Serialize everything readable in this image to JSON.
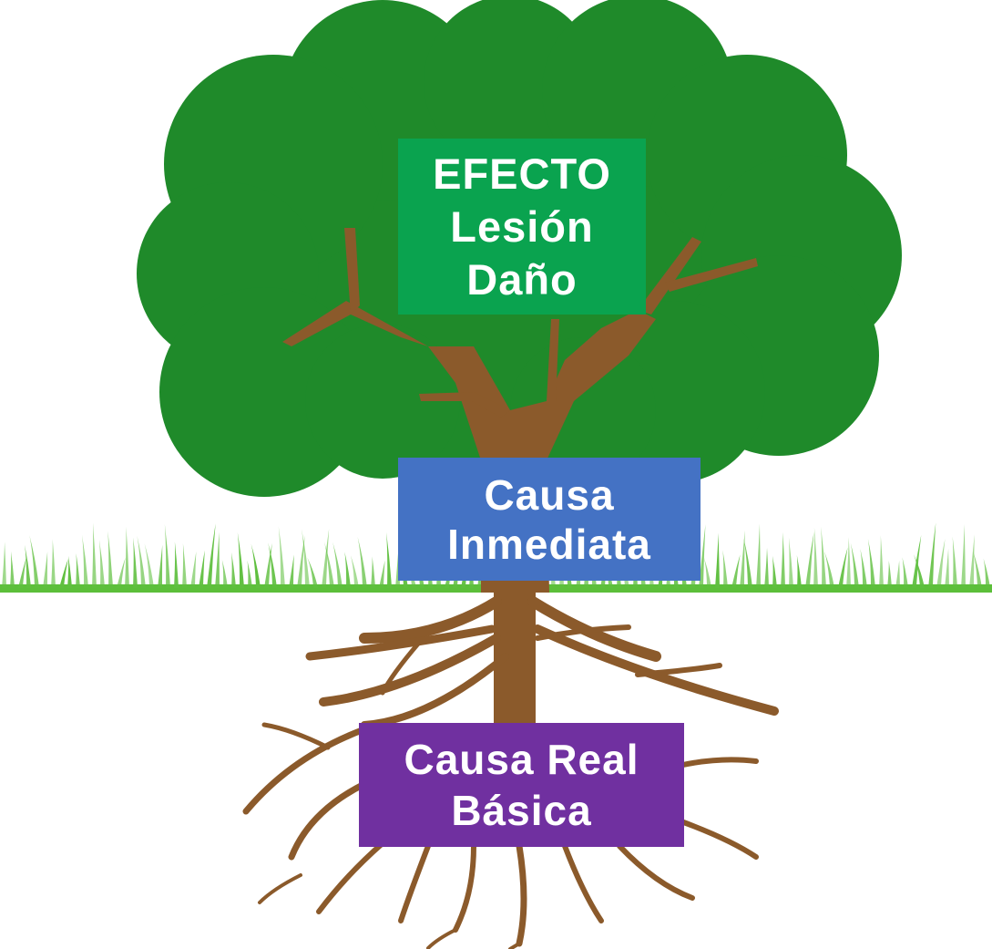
{
  "colors": {
    "canopy": "#1f8a2a",
    "trunk": "#8b5a2b",
    "grass": "#5fbf3f",
    "effect_box": "#0aa34f",
    "immediate_box": "#4472c4",
    "root_box": "#7030a0",
    "label_text": "#ffffff"
  },
  "icons": {
    "tree": "tree-illustration",
    "grass": "grass-strip",
    "roots": "tree-roots"
  },
  "effect": {
    "line1": "EFECTO",
    "line2": "Lesión",
    "line3": "Daño"
  },
  "immediate_cause": {
    "line1": "Causa",
    "line2": "Inmediata"
  },
  "root_cause": {
    "line1": "Causa Real",
    "line2": "Básica"
  }
}
